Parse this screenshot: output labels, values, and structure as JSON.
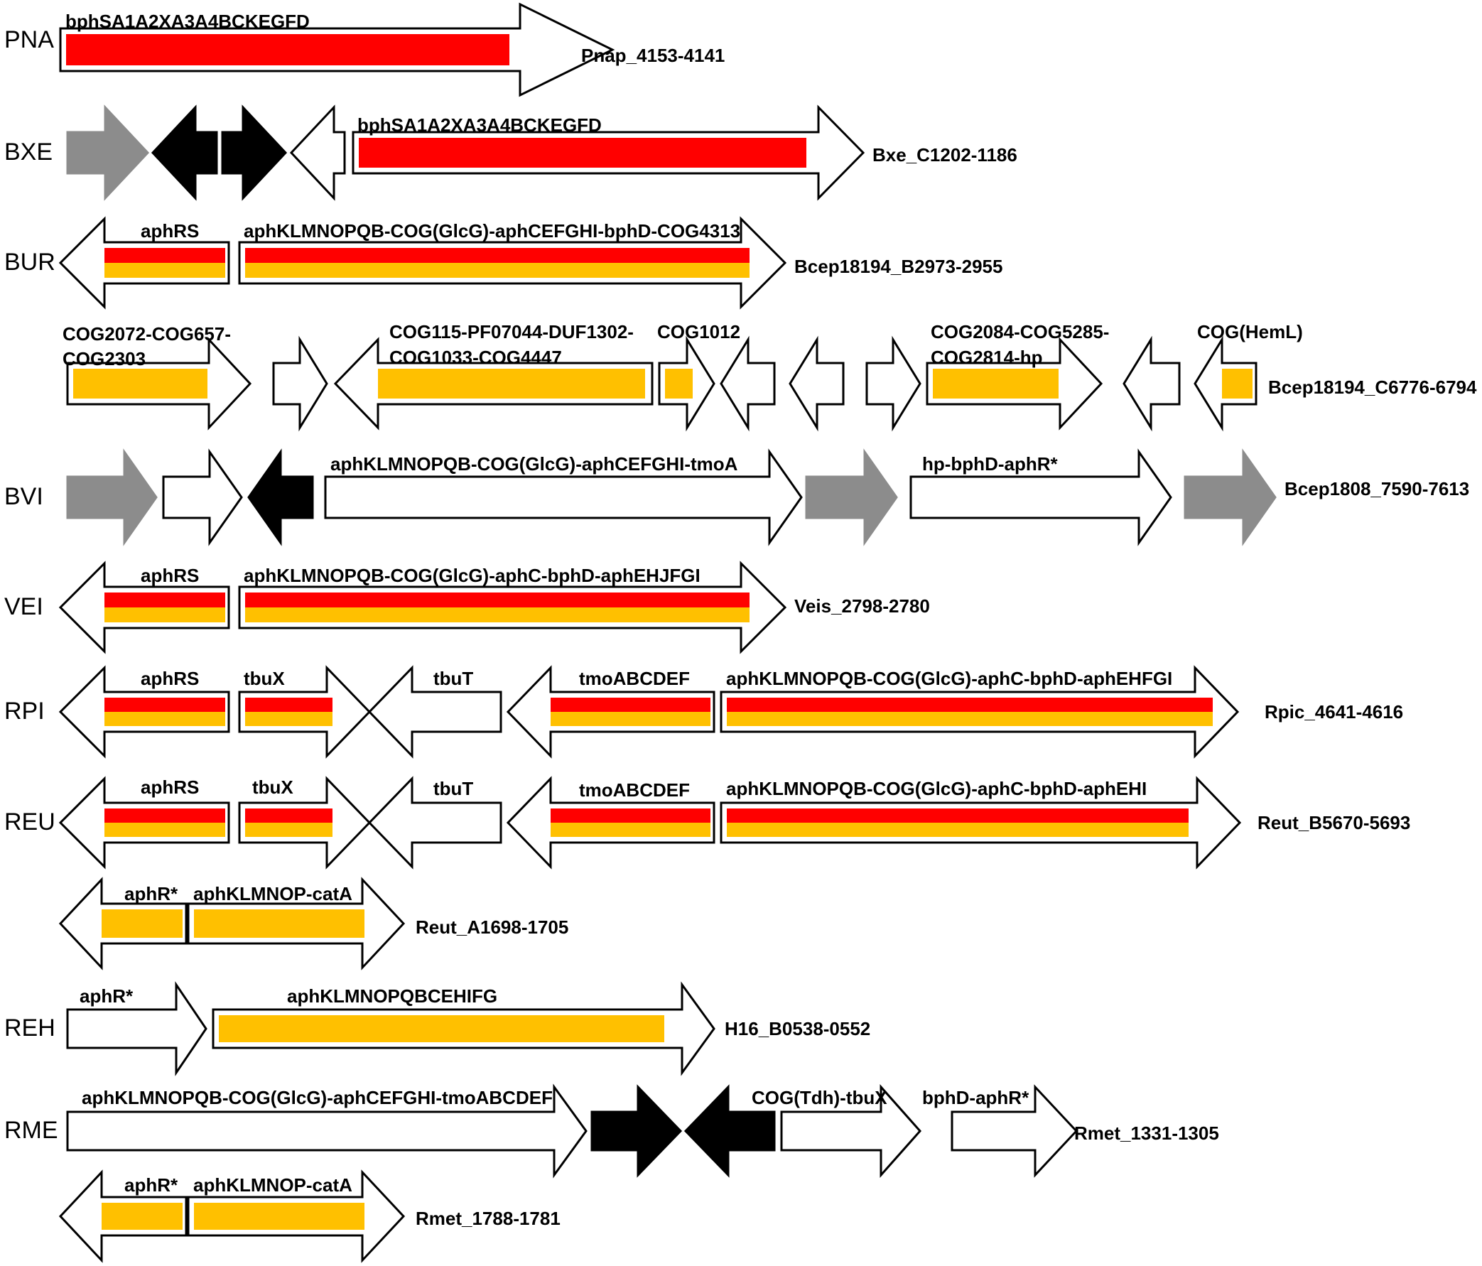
{
  "colors": {
    "red": "#ff0000",
    "yellow": "#ffc000",
    "gray": "#8c8c8c",
    "black": "#000000",
    "white": "#ffffff"
  },
  "rows": [
    {
      "org": "PNA",
      "locus": "Pnap_4153-4141",
      "genes": [
        {
          "dir": "right",
          "fill": "white",
          "bands": [
            "red"
          ],
          "label": "bphSA1A2XA3A4BCKEGFD"
        }
      ]
    },
    {
      "org": "BXE",
      "locus": "Bxe_C1202-1186",
      "genes": [
        {
          "dir": "right",
          "fill": "gray",
          "bands": [],
          "label": ""
        },
        {
          "dir": "left",
          "fill": "black",
          "bands": [],
          "label": ""
        },
        {
          "dir": "right",
          "fill": "black",
          "bands": [],
          "label": ""
        },
        {
          "dir": "left",
          "fill": "white",
          "bands": [],
          "label": ""
        },
        {
          "dir": "right",
          "fill": "white",
          "bands": [
            "red"
          ],
          "label": "bphSA1A2XA3A4BCKEGFD"
        }
      ]
    },
    {
      "org": "BUR",
      "locus": "Bcep18194_B2973-2955",
      "genes": [
        {
          "dir": "left",
          "fill": "white",
          "bands": [
            "red",
            "yellow"
          ],
          "label": "aphRS"
        },
        {
          "dir": "right",
          "fill": "white",
          "bands": [
            "red",
            "yellow"
          ],
          "label": "aphKLMNOPQB-COG(GlcG)-aphCEFGHI-bphD-COG4313"
        }
      ]
    },
    {
      "org": "",
      "locus": "Bcep18194_C6776-6794",
      "genes": [
        {
          "dir": "right",
          "fill": "white",
          "bands": [
            "yellow"
          ],
          "label": "COG2072-COG657-",
          "label2": "COG2303"
        },
        {
          "dir": "right",
          "fill": "white",
          "bands": [],
          "label": ""
        },
        {
          "dir": "left",
          "fill": "white",
          "bands": [
            "yellow"
          ],
          "label": "COG115-PF07044-DUF1302-",
          "label2": "COG1033-COG4447"
        },
        {
          "dir": "right",
          "fill": "white",
          "bands": [
            "yellow"
          ],
          "label": "COG1012"
        },
        {
          "dir": "left",
          "fill": "white",
          "bands": [],
          "label": ""
        },
        {
          "dir": "left",
          "fill": "white",
          "bands": [],
          "label": ""
        },
        {
          "dir": "right",
          "fill": "white",
          "bands": [],
          "label": ""
        },
        {
          "dir": "right",
          "fill": "white",
          "bands": [
            "yellow"
          ],
          "label": "COG2084-COG5285-",
          "label2": "COG2814-hp"
        },
        {
          "dir": "left",
          "fill": "white",
          "bands": [],
          "label": ""
        },
        {
          "dir": "left",
          "fill": "white",
          "bands": [
            "yellow"
          ],
          "label": "COG(HemL)"
        }
      ]
    },
    {
      "org": "BVI",
      "locus": "Bcep1808_7590-7613",
      "genes": [
        {
          "dir": "right",
          "fill": "gray",
          "bands": [],
          "label": ""
        },
        {
          "dir": "right",
          "fill": "white",
          "bands": [],
          "label": ""
        },
        {
          "dir": "left",
          "fill": "black",
          "bands": [],
          "label": ""
        },
        {
          "dir": "right",
          "fill": "white",
          "bands": [],
          "label": "aphKLMNOPQB-COG(GlcG)-aphCEFGHI-tmoA"
        },
        {
          "dir": "right",
          "fill": "gray",
          "bands": [],
          "label": ""
        },
        {
          "dir": "right",
          "fill": "white",
          "bands": [],
          "label": "hp-bphD-aphR*"
        },
        {
          "dir": "right",
          "fill": "gray",
          "bands": [],
          "label": ""
        }
      ]
    },
    {
      "org": "VEI",
      "locus": "Veis_2798-2780",
      "genes": [
        {
          "dir": "left",
          "fill": "white",
          "bands": [
            "red",
            "yellow"
          ],
          "label": "aphRS"
        },
        {
          "dir": "right",
          "fill": "white",
          "bands": [
            "red",
            "yellow"
          ],
          "label": "aphKLMNOPQB-COG(GlcG)-aphC-bphD-aphEHJFGI"
        }
      ]
    },
    {
      "org": "RPI",
      "locus": "Rpic_4641-4616",
      "genes": [
        {
          "dir": "left",
          "fill": "white",
          "bands": [
            "red",
            "yellow"
          ],
          "label": "aphRS"
        },
        {
          "dir": "right",
          "fill": "white",
          "bands": [
            "red",
            "yellow"
          ],
          "label": "tbuX"
        },
        {
          "dir": "left",
          "fill": "white",
          "bands": [],
          "label": "tbuT"
        },
        {
          "dir": "left",
          "fill": "white",
          "bands": [
            "red",
            "yellow"
          ],
          "label": "tmoABCDEF"
        },
        {
          "dir": "right",
          "fill": "white",
          "bands": [
            "red",
            "yellow"
          ],
          "label": "aphKLMNOPQB-COG(GlcG)-aphC-bphD-aphEHFGI"
        }
      ]
    },
    {
      "org": "REU",
      "locus": "Reut_B5670-5693",
      "genes": [
        {
          "dir": "left",
          "fill": "white",
          "bands": [
            "red",
            "yellow"
          ],
          "label": "aphRS"
        },
        {
          "dir": "right",
          "fill": "white",
          "bands": [
            "red",
            "yellow"
          ],
          "label": "tbuX"
        },
        {
          "dir": "left",
          "fill": "white",
          "bands": [],
          "label": "tbuT"
        },
        {
          "dir": "left",
          "fill": "white",
          "bands": [
            "red",
            "yellow"
          ],
          "label": "tmoABCDEF"
        },
        {
          "dir": "right",
          "fill": "white",
          "bands": [
            "red",
            "yellow"
          ],
          "label": "aphKLMNOPQB-COG(GlcG)-aphC-bphD-aphEHI"
        }
      ]
    },
    {
      "org": "",
      "locus": "Reut_A1698-1705",
      "genes": [
        {
          "dir": "left",
          "fill": "white",
          "bands": [
            "yellow"
          ],
          "label": "aphR*"
        },
        {
          "dir": "right",
          "fill": "white",
          "bands": [
            "yellow"
          ],
          "label": "aphKLMNOP-catA"
        }
      ]
    },
    {
      "org": "REH",
      "locus": "H16_B0538-0552",
      "genes": [
        {
          "dir": "right",
          "fill": "white",
          "bands": [],
          "label": "aphR*"
        },
        {
          "dir": "right",
          "fill": "white",
          "bands": [
            "yellow"
          ],
          "label": "aphKLMNOPQBCEHIFG"
        }
      ]
    },
    {
      "org": "RME",
      "locus": "Rmet_1331-1305",
      "genes": [
        {
          "dir": "right",
          "fill": "white",
          "bands": [],
          "label": "aphKLMNOPQB-COG(GlcG)-aphCEFGHI-tmoABCDEF"
        },
        {
          "dir": "right",
          "fill": "black",
          "bands": [],
          "label": ""
        },
        {
          "dir": "left",
          "fill": "black",
          "bands": [],
          "label": ""
        },
        {
          "dir": "right",
          "fill": "white",
          "bands": [],
          "label": "COG(Tdh)-tbuX"
        },
        {
          "dir": "right",
          "fill": "white",
          "bands": [],
          "label": "bphD-aphR*"
        }
      ]
    },
    {
      "org": "",
      "locus": "Rmet_1788-1781",
      "genes": [
        {
          "dir": "left",
          "fill": "white",
          "bands": [
            "yellow"
          ],
          "label": "aphR*"
        },
        {
          "dir": "right",
          "fill": "white",
          "bands": [
            "yellow"
          ],
          "label": "aphKLMNOP-catA"
        }
      ]
    }
  ]
}
